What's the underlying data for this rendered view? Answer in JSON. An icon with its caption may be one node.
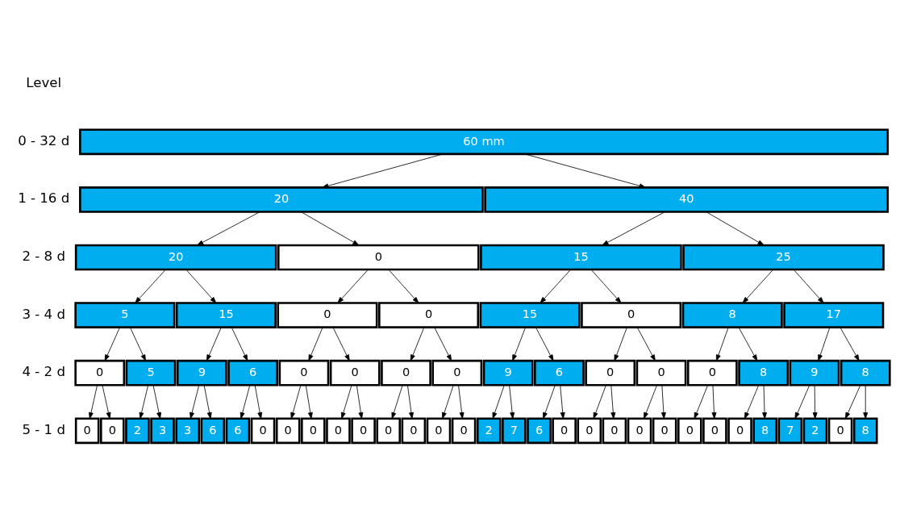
{
  "diagram": {
    "nodes": [
      {
        "text": [
          "60 mm"
        ]
      },
      {
        "text": [
          "20"
        ]
      },
      {
        "text": [
          "40"
        ]
      },
      {
        "text": [
          "20"
        ]
      },
      {
        "text": [
          "0"
        ]
      },
      {
        "text": [
          "15"
        ]
      },
      {
        "text": [
          "25"
        ]
      },
      {
        "text": [
          "5"
        ]
      },
      {
        "text": [
          "15"
        ]
      },
      {
        "text": [
          "0"
        ]
      },
      {
        "text": [
          "0"
        ]
      },
      {
        "text": [
          "15"
        ]
      },
      {
        "text": [
          "0"
        ]
      },
      {
        "text": [
          "8"
        ]
      },
      {
        "text": [
          "17"
        ]
      },
      {
        "text": [
          "0"
        ]
      },
      {
        "text": [
          "5"
        ]
      },
      {
        "text": [
          "9"
        ]
      },
      {
        "text": [
          "6"
        ]
      },
      {
        "text": [
          "0"
        ]
      },
      {
        "text": [
          "0"
        ]
      },
      {
        "text": [
          "0"
        ]
      },
      {
        "text": [
          "0"
        ]
      },
      {
        "text": [
          "9"
        ]
      },
      {
        "text": [
          "6"
        ]
      },
      {
        "text": [
          "0"
        ]
      },
      {
        "text": [
          "0"
        ]
      },
      {
        "text": [
          "0"
        ]
      },
      {
        "text": [
          "8"
        ]
      },
      {
        "text": [
          "9"
        ]
      },
      {
        "text": [
          "8"
        ]
      },
      {
        "text": [
          "0"
        ]
      },
      {
        "text": [
          "0"
        ]
      },
      {
        "text": [
          "2"
        ]
      },
      {
        "text": [
          "3"
        ]
      },
      {
        "text": [
          "3"
        ]
      },
      {
        "text": [
          "6"
        ]
      },
      {
        "text": [
          "6"
        ]
      },
      {
        "text": [
          "0"
        ]
      },
      {
        "text": [
          "0"
        ]
      },
      {
        "text": [
          "0"
        ]
      },
      {
        "text": [
          "0"
        ]
      },
      {
        "text": [
          "0"
        ]
      },
      {
        "text": [
          "0"
        ]
      },
      {
        "text": [
          "0"
        ]
      },
      {
        "text": [
          "0"
        ]
      },
      {
        "text": [
          "0"
        ]
      },
      {
        "text": [
          "2"
        ]
      },
      {
        "text": [
          "7"
        ]
      },
      {
        "text": [
          "6"
        ]
      },
      {
        "text": [
          "0"
        ]
      },
      {
        "text": [
          "0"
        ]
      },
      {
        "text": [
          "0"
        ]
      },
      {
        "text": [
          "0"
        ]
      },
      {
        "text": [
          "0"
        ]
      },
      {
        "text": [
          "0"
        ]
      },
      {
        "text": [
          "0"
        ]
      },
      {
        "text": [
          "0"
        ]
      },
      {
        "text": [
          "8"
        ]
      },
      {
        "text": [
          "7"
        ]
      },
      {
        "text": [
          "2"
        ]
      },
      {
        "text": [
          "0"
        ]
      },
      {
        "text": [
          "8"
        ]
      }
    ],
    "edges": [
      {
        "from": 0,
        "to": 1,
        "arrow": "to"
      },
      {
        "from": 0,
        "to": 2,
        "arrow": "to"
      },
      {
        "from": 1,
        "to": 3,
        "arrow": "to"
      },
      {
        "from": 1,
        "to": 4,
        "arrow": "to"
      },
      {
        "from": 2,
        "to": 5,
        "arrow": "to"
      },
      {
        "from": 2,
        "to": 6,
        "arrow": "to"
      },
      {
        "from": 3,
        "to": 7,
        "arrow": "to"
      },
      {
        "from": 3,
        "to": 8,
        "arrow": "to"
      },
      {
        "from": 4,
        "to": 9,
        "arrow": "to"
      },
      {
        "from": 4,
        "to": 10,
        "arrow": "to"
      },
      {
        "from": 5,
        "to": 11,
        "arrow": "to"
      },
      {
        "from": 5,
        "to": 12,
        "arrow": "to"
      },
      {
        "from": 6,
        "to": 13,
        "arrow": "to"
      },
      {
        "from": 6,
        "to": 14,
        "arrow": "to"
      },
      {
        "from": 7,
        "to": 15,
        "arrow": "to"
      },
      {
        "from": 7,
        "to": 16,
        "arrow": "to"
      },
      {
        "from": 8,
        "to": 17,
        "arrow": "to"
      },
      {
        "from": 8,
        "to": 18,
        "arrow": "to"
      },
      {
        "from": 9,
        "to": 19,
        "arrow": "to"
      },
      {
        "from": 9,
        "to": 20,
        "arrow": "to"
      },
      {
        "from": 10,
        "to": 21,
        "arrow": "to"
      },
      {
        "from": 10,
        "to": 22,
        "arrow": "to"
      },
      {
        "from": 11,
        "to": 23,
        "arrow": "to"
      },
      {
        "from": 11,
        "to": 24,
        "arrow": "to"
      },
      {
        "from": 12,
        "to": 25,
        "arrow": "to"
      },
      {
        "from": 12,
        "to": 26,
        "arrow": "to"
      },
      {
        "from": 13,
        "to": 27,
        "arrow": "to"
      },
      {
        "from": 13,
        "to": 28,
        "arrow": "to"
      },
      {
        "from": 14,
        "to": 29,
        "arrow": "to"
      },
      {
        "from": 14,
        "to": 30,
        "arrow": "to"
      },
      {
        "from": 15,
        "to": 31,
        "arrow": "to"
      },
      {
        "from": 15,
        "to": 32,
        "arrow": "to"
      },
      {
        "from": 16,
        "to": 33,
        "arrow": "to"
      },
      {
        "from": 16,
        "to": 34,
        "arrow": "to"
      },
      {
        "from": 17,
        "to": 35,
        "arrow": "to"
      },
      {
        "from": 17,
        "to": 36,
        "arrow": "to"
      },
      {
        "from": 18,
        "to": 37,
        "arrow": "to"
      },
      {
        "from": 18,
        "to": 38,
        "arrow": "to"
      },
      {
        "from": 19,
        "to": 39,
        "arrow": "to"
      },
      {
        "from": 19,
        "to": 40,
        "arrow": "to"
      },
      {
        "from": 20,
        "to": 41,
        "arrow": "to"
      },
      {
        "from": 20,
        "to": 42,
        "arrow": "to"
      },
      {
        "from": 21,
        "to": 43,
        "arrow": "to"
      },
      {
        "from": 21,
        "to": 44,
        "arrow": "to"
      },
      {
        "from": 22,
        "to": 45,
        "arrow": "to"
      },
      {
        "from": 22,
        "to": 46,
        "arrow": "to"
      },
      {
        "from": 23,
        "to": 47,
        "arrow": "to"
      },
      {
        "from": 23,
        "to": 48,
        "arrow": "to"
      },
      {
        "from": 24,
        "to": 49,
        "arrow": "to"
      },
      {
        "from": 24,
        "to": 50,
        "arrow": "to"
      },
      {
        "from": 25,
        "to": 51,
        "arrow": "to"
      },
      {
        "from": 25,
        "to": 52,
        "arrow": "to"
      },
      {
        "from": 26,
        "to": 53,
        "arrow": "to"
      },
      {
        "from": 26,
        "to": 54,
        "arrow": "to"
      },
      {
        "from": 27,
        "to": 55,
        "arrow": "to"
      },
      {
        "from": 27,
        "to": 56,
        "arrow": "to"
      },
      {
        "from": 28,
        "to": 57,
        "arrow": "to"
      },
      {
        "from": 28,
        "to": 58,
        "arrow": "to"
      },
      {
        "from": 29,
        "to": 59,
        "arrow": "to"
      },
      {
        "from": 29,
        "to": 60,
        "arrow": "to"
      },
      {
        "from": 30,
        "to": 61,
        "arrow": "to"
      },
      {
        "from": 30,
        "to": 62,
        "arrow": "to"
      }
    ],
    "labels": [
      "Level",
      "0 - 32 d",
      "1 - 16 d",
      "2 - 8 d",
      "3 - 4 d",
      "4 - 2 d",
      "5 - 1 d"
    ]
  }
}
